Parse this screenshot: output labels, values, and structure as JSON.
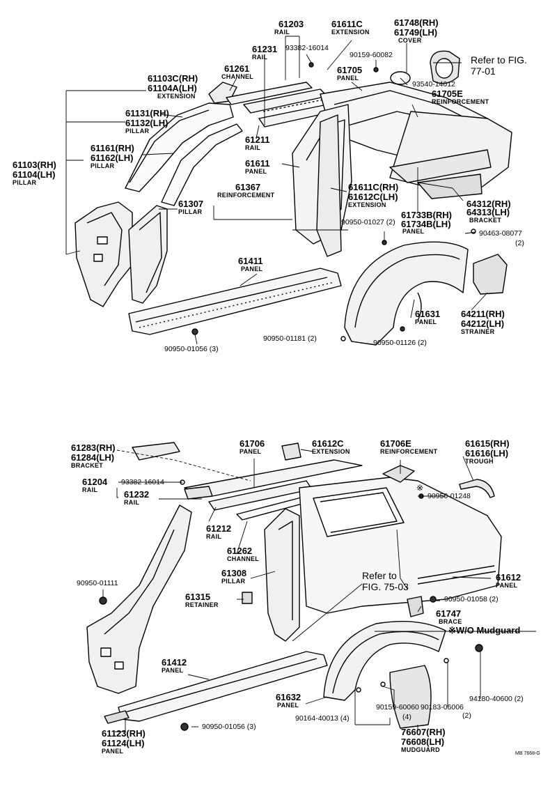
{
  "parts": [
    {
      "id": "61203",
      "name": "RAIL"
    },
    {
      "id": "61611C",
      "name": "EXTENSION"
    },
    {
      "id": "61748(RH)"
    },
    {
      "id": "61749(LH)",
      "name": "COVER"
    },
    {
      "id": "61231",
      "name": "RAIL"
    },
    {
      "id": "93382-16014"
    },
    {
      "id": "90159-60082"
    },
    {
      "id": "61261",
      "name": "CHANNEL"
    },
    {
      "id": "61705",
      "name": "PANEL"
    },
    {
      "id": "61103C(RH)"
    },
    {
      "id": "61104A(LH)",
      "name": "EXTENSION"
    },
    {
      "id": "93540-14012"
    },
    {
      "id": "61705E",
      "name": "REINFORCEMENT"
    },
    {
      "id": "61131(RH)"
    },
    {
      "id": "61132(LH)",
      "name": "PILLAR"
    },
    {
      "id": "61211",
      "name": "RAIL"
    },
    {
      "id": "61161(RH)"
    },
    {
      "id": "61162(LH)",
      "name": "PILLAR"
    },
    {
      "id": "61611",
      "name": "PANEL"
    },
    {
      "id": "61103(RH)"
    },
    {
      "id": "61104(LH)",
      "name": "PILLAR"
    },
    {
      "id": "61367",
      "name": "REINFORCEMENT"
    },
    {
      "id": "61611C(RH)"
    },
    {
      "id": "61612C(LH)",
      "name": "EXTENSION"
    },
    {
      "id": "64312(RH)"
    },
    {
      "id": "64313(LH)",
      "name": "BRACKET"
    },
    {
      "id": "61307",
      "name": "PILLAR"
    },
    {
      "id": "61733B(RH)"
    },
    {
      "id": "61734B(LH)",
      "name": "PANEL"
    },
    {
      "id": "90950-01027 (2)"
    },
    {
      "id": "90463-08077"
    },
    {
      "id": "(2)"
    },
    {
      "id": "61411",
      "name": "PANEL"
    },
    {
      "id": "61631",
      "name": "PANEL"
    },
    {
      "id": "64211(RH)"
    },
    {
      "id": "64212(LH)",
      "name": "STRAINER"
    },
    {
      "id": "90950-01181 (2)"
    },
    {
      "id": "90950-01126 (2)"
    },
    {
      "id": "90950-01056 (3)"
    }
  ],
  "parts2": [
    {
      "id": "61283(RH)"
    },
    {
      "id": "61284(LH)",
      "name": "BRACKET"
    },
    {
      "id": "61706",
      "name": "PANEL"
    },
    {
      "id": "61612C",
      "name": "EXTENSION"
    },
    {
      "id": "61706E",
      "name": "REINFORCEMENT"
    },
    {
      "id": "61615(RH)"
    },
    {
      "id": "61616(LH)",
      "name": "TROUGH"
    },
    {
      "id": "61204",
      "name": "RAIL"
    },
    {
      "id": "93382-16014"
    },
    {
      "id": "61232",
      "name": "RAIL"
    },
    {
      "id": "90950-01248"
    },
    {
      "id": "61212",
      "name": "RAIL"
    },
    {
      "id": "61262",
      "name": "CHANNEL"
    },
    {
      "id": "61308",
      "name": "PILLAR"
    },
    {
      "id": "90950-01111"
    },
    {
      "id": "61315",
      "name": "RETAINER"
    },
    {
      "id": "61612",
      "name": "PANEL"
    },
    {
      "id": "90950-01058 (2)"
    },
    {
      "id": "61747",
      "name": "BRACE"
    },
    {
      "id": "61412",
      "name": "PANEL"
    },
    {
      "id": "94180-40600 (2)"
    },
    {
      "id": "61632",
      "name": "PANEL"
    },
    {
      "id": "90159-60060"
    },
    {
      "id": "90183-06006"
    },
    {
      "id": "(2)"
    },
    {
      "id": "90164-40013 (4)"
    },
    {
      "id": "(4)"
    },
    {
      "id": "61123(RH)"
    },
    {
      "id": "61124(LH)",
      "name": "PANEL"
    },
    {
      "id": "90950-01056 (3)"
    },
    {
      "id": "76607(RH)"
    },
    {
      "id": "76608(LH)",
      "name": "MUDGUARD"
    }
  ],
  "refs": {
    "top": "Refer to FIG. 77-01",
    "bottom": "Refer to FIG. 75-03"
  },
  "note": "※W/O Mudguard",
  "note_mark": "※",
  "diagram_code": "MB 7668-G"
}
